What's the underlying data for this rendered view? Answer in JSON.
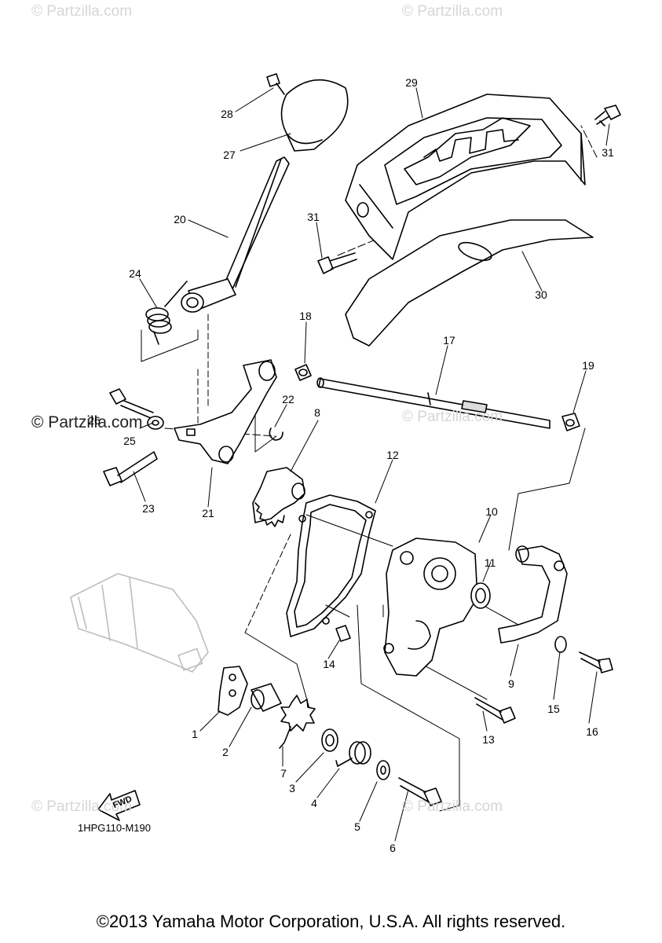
{
  "watermarks": {
    "top_left": "© Partzilla.com",
    "top_right": "© Partzilla.com",
    "mid_left": "© Partzilla.com",
    "mid_right": "© Partzilla.com",
    "bottom_left": "© Partzilla.com",
    "bottom_right": "© Partzilla.com"
  },
  "callouts": [
    {
      "id": "1",
      "text": "1"
    },
    {
      "id": "2",
      "text": "2"
    },
    {
      "id": "3",
      "text": "3"
    },
    {
      "id": "4",
      "text": "4"
    },
    {
      "id": "5",
      "text": "5"
    },
    {
      "id": "6",
      "text": "6"
    },
    {
      "id": "7",
      "text": "7"
    },
    {
      "id": "8",
      "text": "8"
    },
    {
      "id": "9",
      "text": "9"
    },
    {
      "id": "10",
      "text": "10"
    },
    {
      "id": "11",
      "text": "11"
    },
    {
      "id": "12",
      "text": "12"
    },
    {
      "id": "13",
      "text": "13"
    },
    {
      "id": "14",
      "text": "14"
    },
    {
      "id": "15",
      "text": "15"
    },
    {
      "id": "16",
      "text": "16"
    },
    {
      "id": "17",
      "text": "17"
    },
    {
      "id": "18",
      "text": "18"
    },
    {
      "id": "19",
      "text": "19"
    },
    {
      "id": "20",
      "text": "20"
    },
    {
      "id": "21",
      "text": "21"
    },
    {
      "id": "22",
      "text": "22"
    },
    {
      "id": "23",
      "text": "23"
    },
    {
      "id": "24",
      "text": "24"
    },
    {
      "id": "25",
      "text": "25"
    },
    {
      "id": "26",
      "text": "26"
    },
    {
      "id": "27",
      "text": "27"
    },
    {
      "id": "28",
      "text": "28"
    },
    {
      "id": "29",
      "text": "29"
    },
    {
      "id": "30",
      "text": "30"
    },
    {
      "id": "31a",
      "text": "31"
    },
    {
      "id": "31b",
      "text": "31"
    }
  ],
  "fwd_arrow": "FWD",
  "diagram_code": "1HPG110-M190",
  "copyright": "©2013 Yamaha Motor Corporation, U.S.A. All rights reserved."
}
